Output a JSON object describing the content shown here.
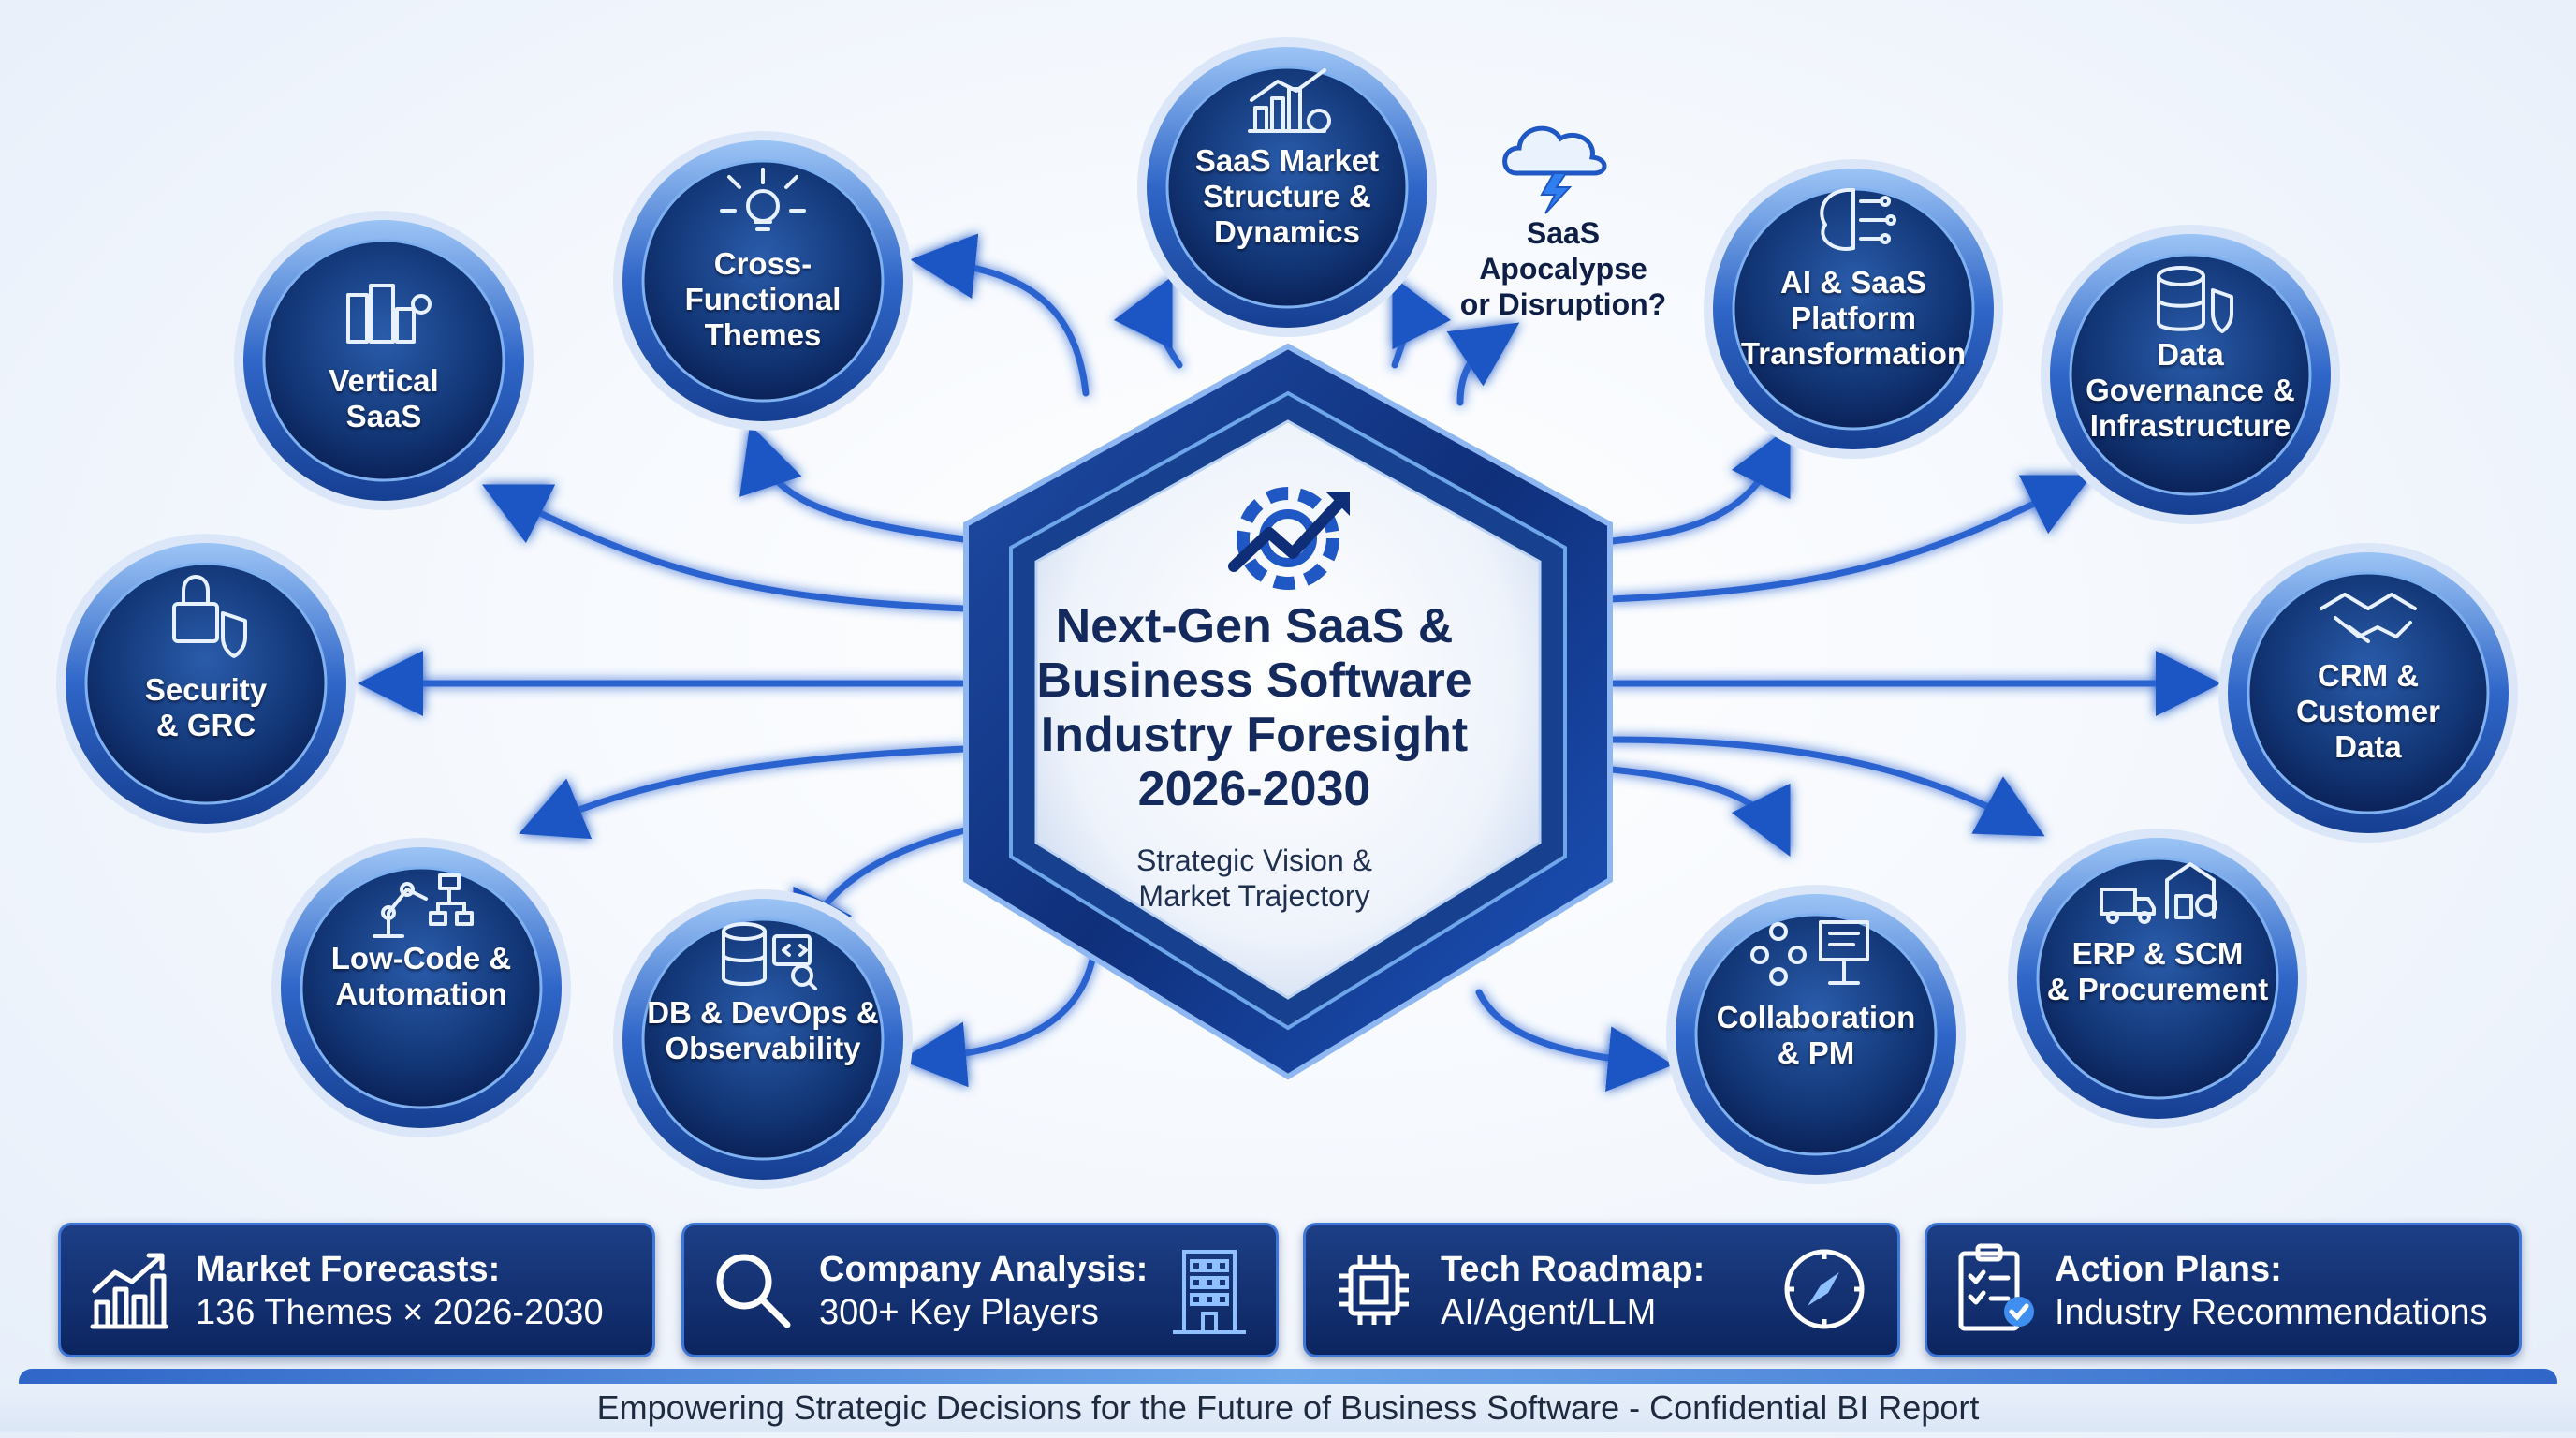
{
  "hub": {
    "title": "Next-Gen SaaS &\nBusiness Software\nIndustry Foresight\n2026-2030",
    "subtitle": "Strategic Vision &\nMarket Trajectory",
    "icon": "gear-growth-arrow-icon"
  },
  "nodes": [
    {
      "id": "vertical-saas",
      "label": "Vertical\nSaaS",
      "icon": "buildings-gear-icon"
    },
    {
      "id": "cross-functional",
      "label": "Cross-\nFunctional\nThemes",
      "icon": "lightbulb-arrows-icon"
    },
    {
      "id": "market-structure",
      "label": "SaaS Market\nStructure &\nDynamics",
      "icon": "chart-gear-icon"
    },
    {
      "id": "ai-saas",
      "label": "AI & SaaS\nPlatform\nTransformation",
      "icon": "brain-circuit-icon"
    },
    {
      "id": "data-governance",
      "label": "Data\nGovernance &\nInfrastructure",
      "icon": "database-shield-icon"
    },
    {
      "id": "security-grc",
      "label": "Security\n& GRC",
      "icon": "lock-shield-icon"
    },
    {
      "id": "crm",
      "label": "CRM &\nCustomer\nData",
      "icon": "handshake-icon"
    },
    {
      "id": "low-code",
      "label": "Low-Code &\nAutomation",
      "icon": "robot-arm-flow-icon"
    },
    {
      "id": "db-devops",
      "label": "DB & DevOps &\nObservability",
      "icon": "database-code-icon"
    },
    {
      "id": "collaboration",
      "label": "Collaboration\n& PM",
      "icon": "team-board-icon"
    },
    {
      "id": "erp-scm",
      "label": "ERP & SCM\n& Procurement",
      "icon": "truck-warehouse-icon"
    }
  ],
  "callout": {
    "label": "SaaS\nApocalypse\nor Disruption?",
    "icon": "storm-cloud-icon"
  },
  "features": [
    {
      "title": "Market Forecasts:",
      "subtitle": "136 Themes × 2026-2030",
      "icon": "bar-chart-icon"
    },
    {
      "title": "Company Analysis:",
      "subtitle": "300+ Key Players",
      "icon": "magnifier-icon",
      "icon_right": "office-building-icon"
    },
    {
      "title": "Tech Roadmap:",
      "subtitle": "AI/Agent/LLM",
      "icon": "cpu-chip-icon",
      "icon_right": "compass-icon"
    },
    {
      "title": "Action Plans:",
      "subtitle": "Industry Recommendations",
      "icon": "clipboard-check-icon"
    }
  ],
  "footer": "Empowering Strategic Decisions for the Future of Business Software - Confidential BI Report",
  "colors": {
    "navy": "#0c2560",
    "ring": "#2f66c8",
    "accent": "#4a8ff0",
    "text_dark": "#142a5c"
  }
}
